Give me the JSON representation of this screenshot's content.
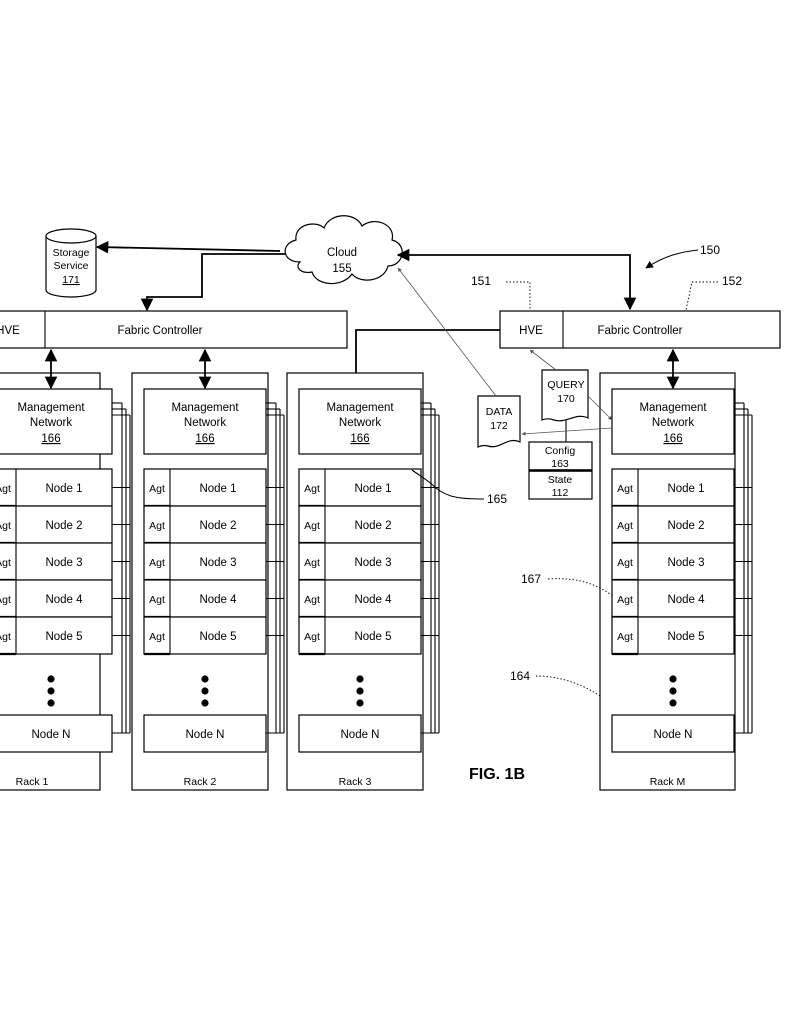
{
  "figure_label": "FIG. 1B",
  "refs": {
    "r150": "150",
    "r151": "151",
    "r152": "152",
    "r164": "164",
    "r165": "165",
    "r167": "167"
  },
  "cloud": {
    "label": "Cloud",
    "num": "155"
  },
  "storage": {
    "line1": "Storage",
    "line2": "Service",
    "num": "171"
  },
  "left_controller": {
    "hve": "HVE",
    "label": "Fabric Controller"
  },
  "right_controller": {
    "hve": "HVE",
    "label": "Fabric Controller"
  },
  "query": {
    "label": "QUERY",
    "num": "170"
  },
  "data_doc": {
    "label": "DATA",
    "num": "172"
  },
  "config": {
    "label": "Config",
    "num": "163"
  },
  "state": {
    "label": "State",
    "num": "112"
  },
  "mgmt": {
    "line1": "Management",
    "line2": "Network",
    "num": "166"
  },
  "agent_label": "Agt",
  "racks": [
    {
      "name": "Rack 1",
      "nodes": [
        "Node 1",
        "Node 2",
        "Node 3",
        "Node 4",
        "Node 5"
      ],
      "last": "Node N"
    },
    {
      "name": "Rack 2",
      "nodes": [
        "Node 1",
        "Node 2",
        "Node 3",
        "Node 4",
        "Node 5"
      ],
      "last": "Node N"
    },
    {
      "name": "Rack 3",
      "nodes": [
        "Node 1",
        "Node 2",
        "Node 3",
        "Node 4",
        "Node 5"
      ],
      "last": "Node N"
    },
    {
      "name": "Rack M",
      "nodes": [
        "Node 1",
        "Node 2",
        "Node 3",
        "Node 4",
        "Node 5"
      ],
      "last": "Node N"
    }
  ]
}
